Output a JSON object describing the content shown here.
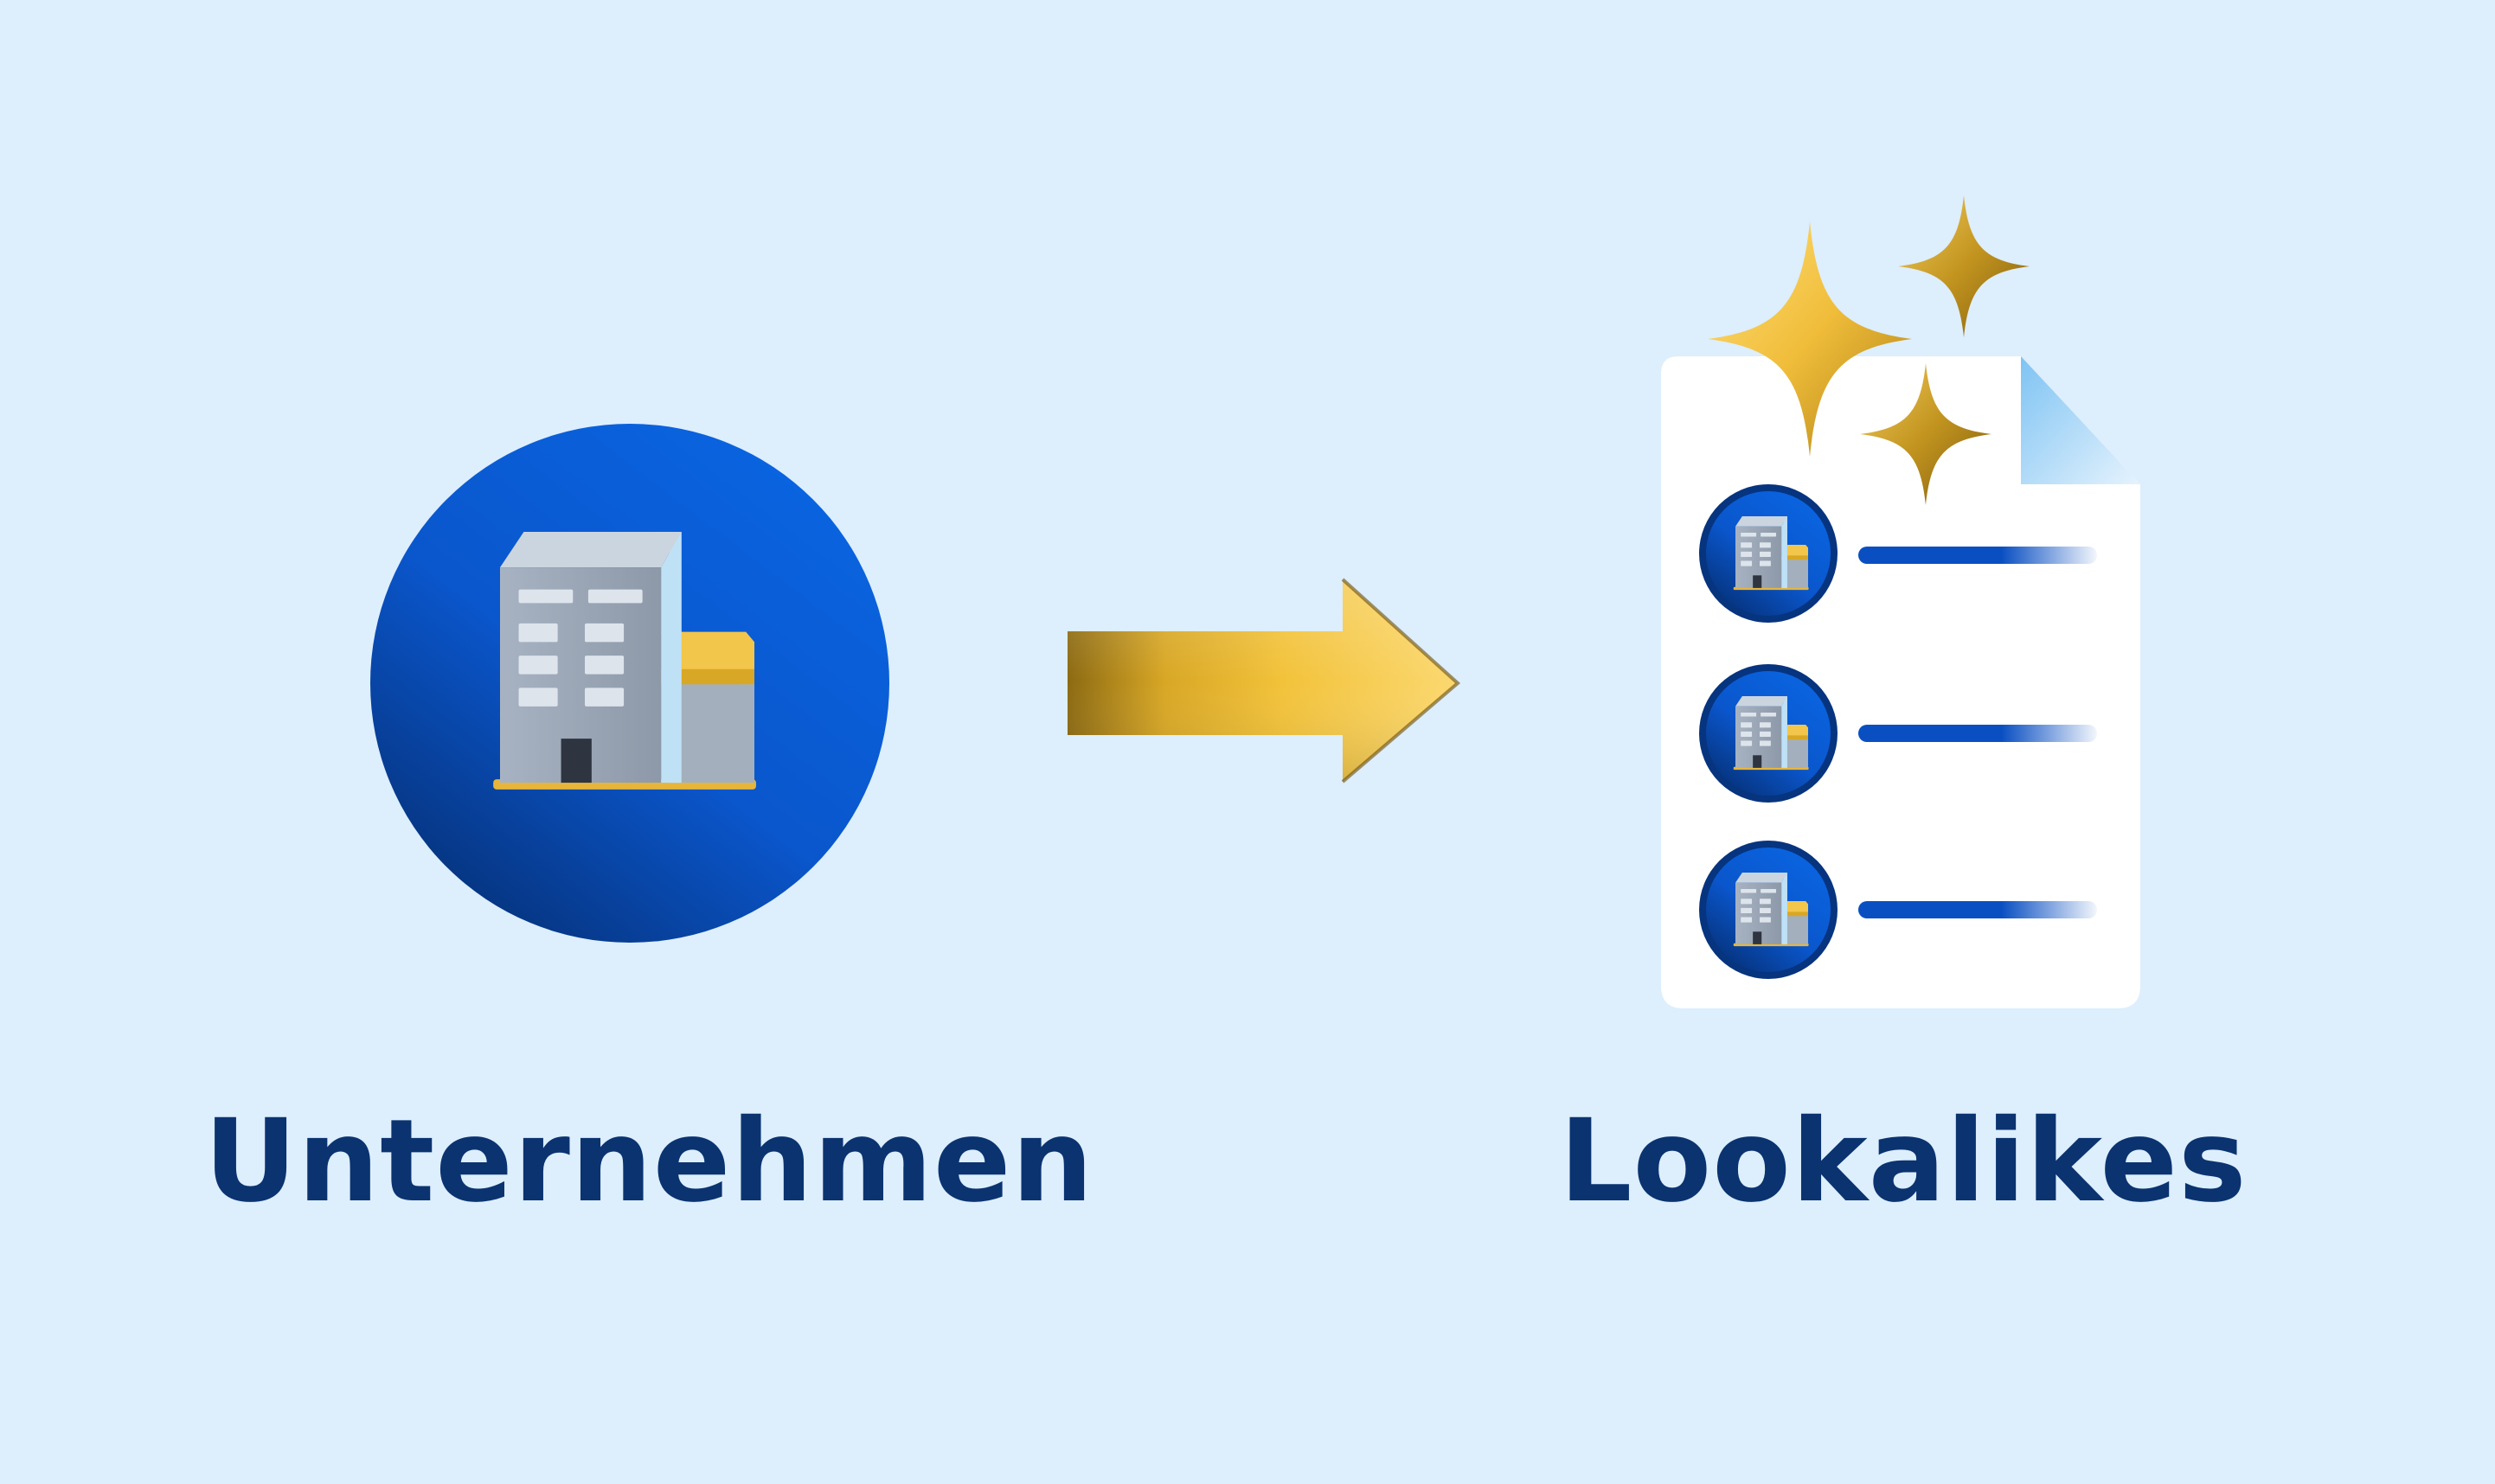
{
  "labels": {
    "source": "Unternehmen",
    "result": "Lookalikes"
  },
  "icons": {
    "source": "building-icon",
    "arrow": "arrow-right-icon",
    "result": "document-list-icon",
    "sparkles": "sparkle-icon"
  },
  "result_list": {
    "item_count": 3
  },
  "colors": {
    "background": "#ddeefd",
    "label_text": "#0a3370",
    "circle_blue": "#0a5fd8",
    "circle_dark": "#06347f",
    "gold": "#f2c23a"
  }
}
